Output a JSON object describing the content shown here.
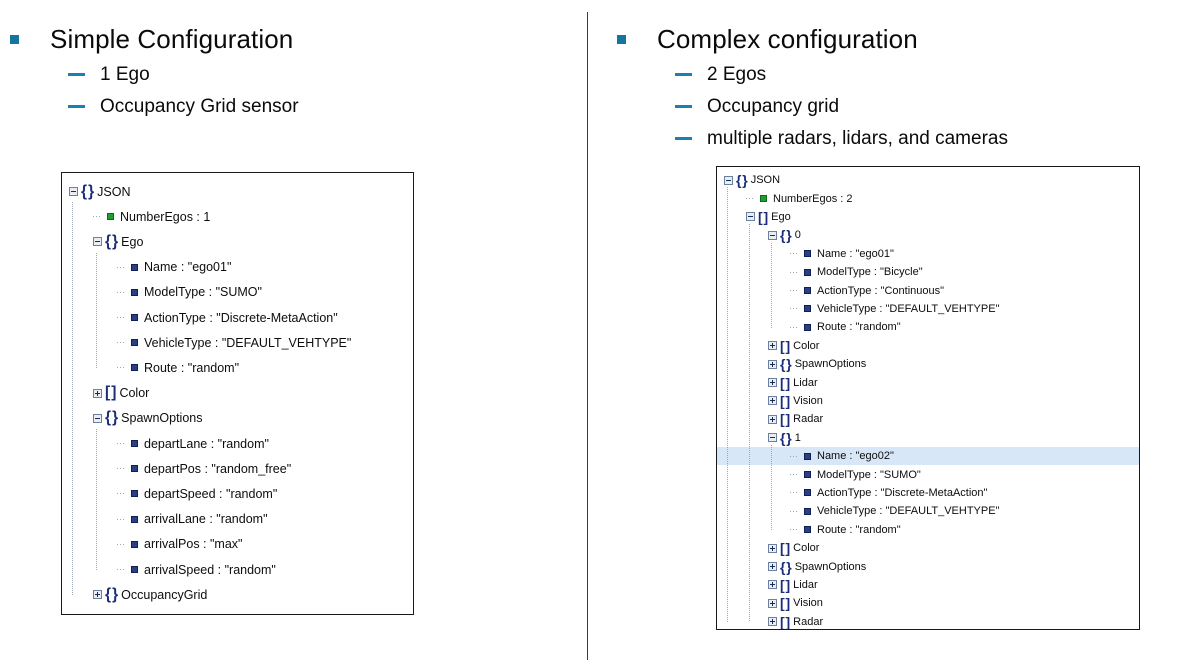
{
  "slide": {
    "divider_color": "#8C1A16",
    "bullet_color": "#14769F"
  },
  "left": {
    "heading": "Simple Configuration",
    "sub_bullets": [
      "1 Ego",
      "Occupancy Grid sensor"
    ],
    "tree": {
      "root_label": "JSON",
      "nodes": [
        {
          "depth": 0,
          "toggle": "minus",
          "icon": "object",
          "label": "JSON",
          "selected": false
        },
        {
          "depth": 1,
          "toggle": "none",
          "icon": "leaf-green",
          "label": "NumberEgos : 1",
          "selected": false
        },
        {
          "depth": 1,
          "toggle": "minus",
          "icon": "object",
          "label": "Ego",
          "selected": false
        },
        {
          "depth": 2,
          "toggle": "none",
          "icon": "leaf-blue",
          "label": "Name : \"ego01\"",
          "selected": false
        },
        {
          "depth": 2,
          "toggle": "none",
          "icon": "leaf-blue",
          "label": "ModelType : \"SUMO\"",
          "selected": false
        },
        {
          "depth": 2,
          "toggle": "none",
          "icon": "leaf-blue",
          "label": "ActionType : \"Discrete-MetaAction\"",
          "selected": false
        },
        {
          "depth": 2,
          "toggle": "none",
          "icon": "leaf-blue",
          "label": "VehicleType : \"DEFAULT_VEHTYPE\"",
          "selected": false
        },
        {
          "depth": 2,
          "toggle": "none",
          "icon": "leaf-blue",
          "label": "Route : \"random\"",
          "selected": false
        },
        {
          "depth": 1,
          "toggle": "plus",
          "icon": "array",
          "label": "Color",
          "selected": false
        },
        {
          "depth": 1,
          "toggle": "minus",
          "icon": "object",
          "label": "SpawnOptions",
          "selected": false
        },
        {
          "depth": 2,
          "toggle": "none",
          "icon": "leaf-blue",
          "label": "departLane : \"random\"",
          "selected": false
        },
        {
          "depth": 2,
          "toggle": "none",
          "icon": "leaf-blue",
          "label": "departPos : \"random_free\"",
          "selected": false
        },
        {
          "depth": 2,
          "toggle": "none",
          "icon": "leaf-blue",
          "label": "departSpeed : \"random\"",
          "selected": false
        },
        {
          "depth": 2,
          "toggle": "none",
          "icon": "leaf-blue",
          "label": "arrivalLane : \"random\"",
          "selected": false
        },
        {
          "depth": 2,
          "toggle": "none",
          "icon": "leaf-blue",
          "label": "arrivalPos : \"max\"",
          "selected": false
        },
        {
          "depth": 2,
          "toggle": "none",
          "icon": "leaf-blue",
          "label": "arrivalSpeed : \"random\"",
          "selected": false
        },
        {
          "depth": 1,
          "toggle": "plus",
          "icon": "object",
          "label": "OccupancyGrid",
          "selected": false
        }
      ]
    }
  },
  "right": {
    "heading": "Complex configuration",
    "sub_bullets": [
      "2 Egos",
      "Occupancy grid",
      "multiple radars, lidars, and cameras"
    ],
    "tree": {
      "root_label": "JSON",
      "nodes": [
        {
          "depth": 0,
          "toggle": "minus",
          "icon": "object",
          "label": "JSON",
          "selected": false
        },
        {
          "depth": 1,
          "toggle": "none",
          "icon": "leaf-green",
          "label": "NumberEgos : 2",
          "selected": false
        },
        {
          "depth": 1,
          "toggle": "minus",
          "icon": "array",
          "label": "Ego",
          "selected": false
        },
        {
          "depth": 2,
          "toggle": "minus",
          "icon": "object",
          "label": "0",
          "selected": false
        },
        {
          "depth": 3,
          "toggle": "none",
          "icon": "leaf-blue",
          "label": "Name : \"ego01\"",
          "selected": false
        },
        {
          "depth": 3,
          "toggle": "none",
          "icon": "leaf-blue",
          "label": "ModelType : \"Bicycle\"",
          "selected": false
        },
        {
          "depth": 3,
          "toggle": "none",
          "icon": "leaf-blue",
          "label": "ActionType : \"Continuous\"",
          "selected": false
        },
        {
          "depth": 3,
          "toggle": "none",
          "icon": "leaf-blue",
          "label": "VehicleType : \"DEFAULT_VEHTYPE\"",
          "selected": false
        },
        {
          "depth": 3,
          "toggle": "none",
          "icon": "leaf-blue",
          "label": "Route : \"random\"",
          "selected": false
        },
        {
          "depth": 2,
          "toggle": "plus",
          "icon": "array",
          "label": "Color",
          "selected": false
        },
        {
          "depth": 2,
          "toggle": "plus",
          "icon": "object",
          "label": "SpawnOptions",
          "selected": false
        },
        {
          "depth": 2,
          "toggle": "plus",
          "icon": "array",
          "label": "Lidar",
          "selected": false
        },
        {
          "depth": 2,
          "toggle": "plus",
          "icon": "array",
          "label": "Vision",
          "selected": false
        },
        {
          "depth": 2,
          "toggle": "plus",
          "icon": "array",
          "label": "Radar",
          "selected": false
        },
        {
          "depth": 2,
          "toggle": "minus",
          "icon": "object",
          "label": "1",
          "selected": false
        },
        {
          "depth": 3,
          "toggle": "none",
          "icon": "leaf-blue",
          "label": "Name : \"ego02\"",
          "selected": true
        },
        {
          "depth": 3,
          "toggle": "none",
          "icon": "leaf-blue",
          "label": "ModelType : \"SUMO\"",
          "selected": false
        },
        {
          "depth": 3,
          "toggle": "none",
          "icon": "leaf-blue",
          "label": "ActionType : \"Discrete-MetaAction\"",
          "selected": false
        },
        {
          "depth": 3,
          "toggle": "none",
          "icon": "leaf-blue",
          "label": "VehicleType : \"DEFAULT_VEHTYPE\"",
          "selected": false
        },
        {
          "depth": 3,
          "toggle": "none",
          "icon": "leaf-blue",
          "label": "Route : \"random\"",
          "selected": false
        },
        {
          "depth": 2,
          "toggle": "plus",
          "icon": "array",
          "label": "Color",
          "selected": false
        },
        {
          "depth": 2,
          "toggle": "plus",
          "icon": "object",
          "label": "SpawnOptions",
          "selected": false
        },
        {
          "depth": 2,
          "toggle": "plus",
          "icon": "array",
          "label": "Lidar",
          "selected": false
        },
        {
          "depth": 2,
          "toggle": "plus",
          "icon": "array",
          "label": "Vision",
          "selected": false
        },
        {
          "depth": 2,
          "toggle": "plus",
          "icon": "array",
          "label": "Radar",
          "selected": false
        }
      ]
    }
  }
}
